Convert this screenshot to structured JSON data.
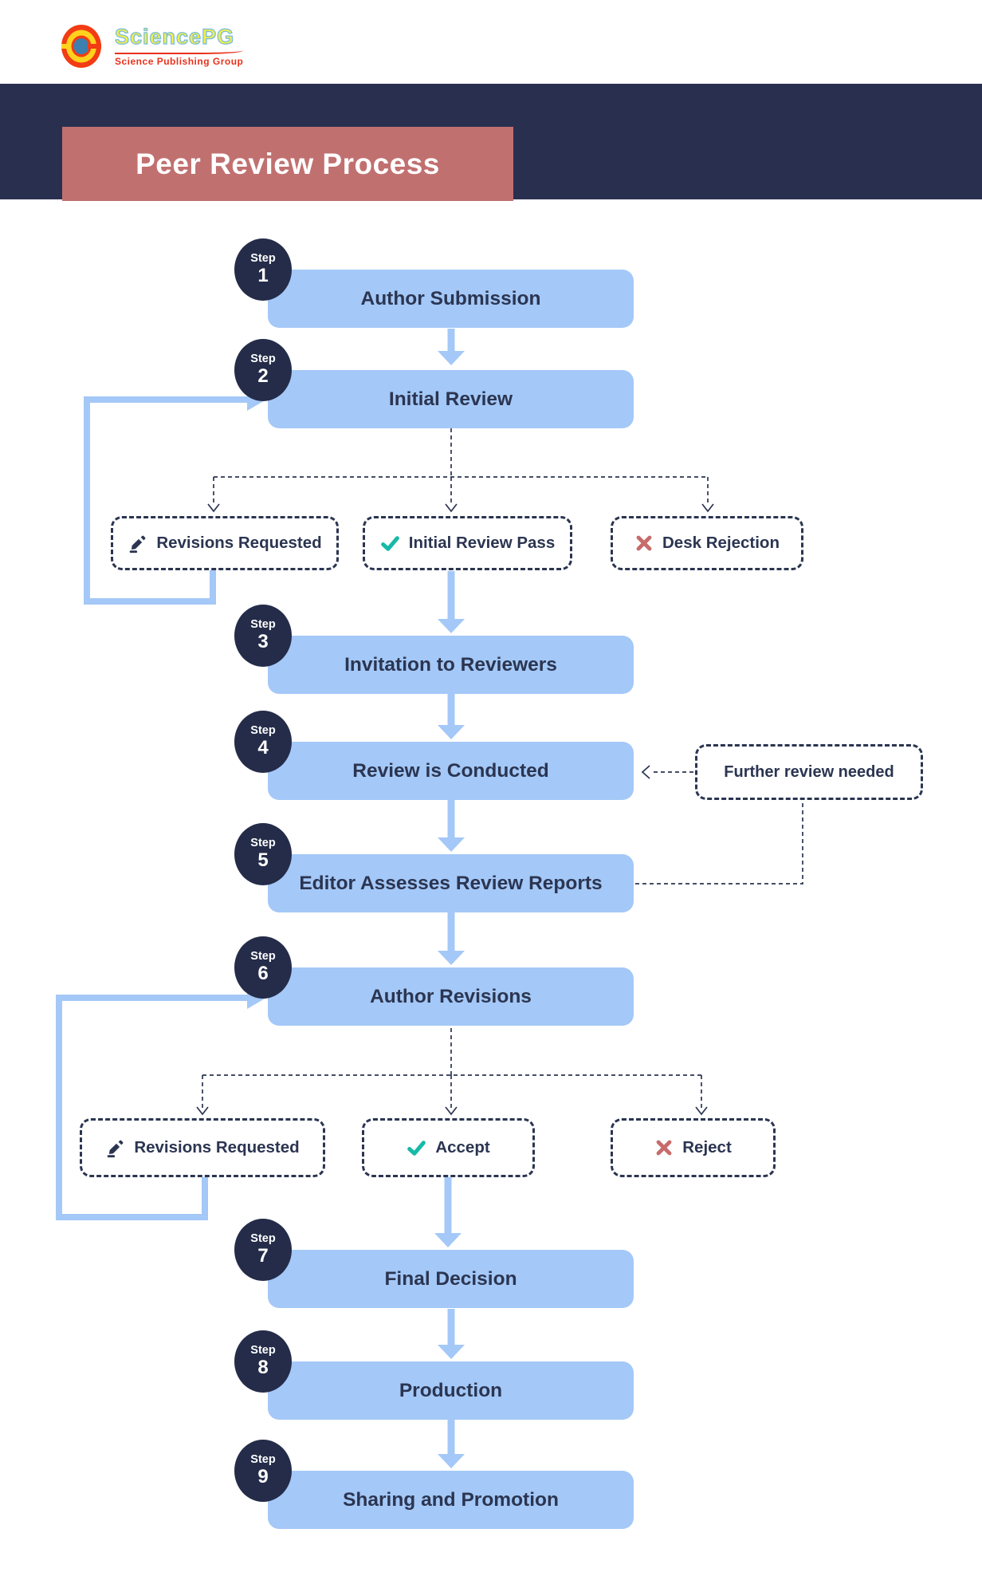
{
  "logo": {
    "wordmark": "SciencePG",
    "tagline": "Science Publishing Group"
  },
  "header": {
    "title": "Peer Review Process"
  },
  "steps": [
    {
      "step_label": "Step",
      "number": "1",
      "title": "Author Submission"
    },
    {
      "step_label": "Step",
      "number": "2",
      "title": "Initial Review"
    },
    {
      "step_label": "Step",
      "number": "3",
      "title": "Invitation to Reviewers"
    },
    {
      "step_label": "Step",
      "number": "4",
      "title": "Review is Conducted"
    },
    {
      "step_label": "Step",
      "number": "5",
      "title": "Editor Assesses Review Reports"
    },
    {
      "step_label": "Step",
      "number": "6",
      "title": "Author Revisions"
    },
    {
      "step_label": "Step",
      "number": "7",
      "title": "Final Decision"
    },
    {
      "step_label": "Step",
      "number": "8",
      "title": "Production"
    },
    {
      "step_label": "Step",
      "number": "9",
      "title": "Sharing and Promotion"
    }
  ],
  "outcomes_row1": [
    {
      "icon": "pencil-icon",
      "label": "Revisions Requested"
    },
    {
      "icon": "check-icon",
      "label": "Initial Review Pass"
    },
    {
      "icon": "x-icon",
      "label": "Desk Rejection"
    }
  ],
  "outcomes_row2": [
    {
      "icon": "pencil-icon",
      "label": "Revisions Requested"
    },
    {
      "icon": "check-icon",
      "label": "Accept"
    },
    {
      "icon": "x-icon",
      "label": "Reject"
    }
  ],
  "side_note": {
    "label": "Further review needed"
  },
  "colors": {
    "banner_navy": "#29304f",
    "title_salmon": "#c17070",
    "bar_blue": "#a4c8f7",
    "badge_navy": "#242c49",
    "text_navy": "#2b3551",
    "check_teal": "#17b9a8",
    "reject_red": "#c76b6b",
    "logo_red": "#f23c14",
    "logo_yellow": "#ffd21e",
    "logo_blue": "#3d7fae"
  }
}
